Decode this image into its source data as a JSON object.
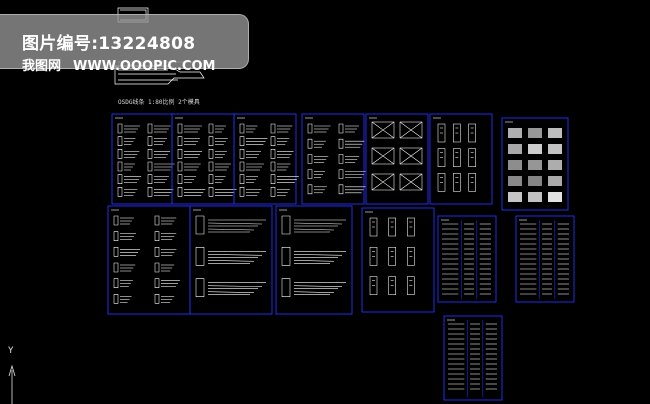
{
  "watermark": {
    "title": "图片编号:13224808",
    "site_cn": "我图网",
    "site_url": "WWW.OOOPIC.COM"
  },
  "drawing": {
    "caption": "OSDG线条 1:80比例 2个模具",
    "ucs_axis_label": "Y"
  },
  "colors": {
    "background": "#000000",
    "frame": "#2233ff",
    "linework": "#ffffff",
    "watermark_bg": "#969696"
  }
}
